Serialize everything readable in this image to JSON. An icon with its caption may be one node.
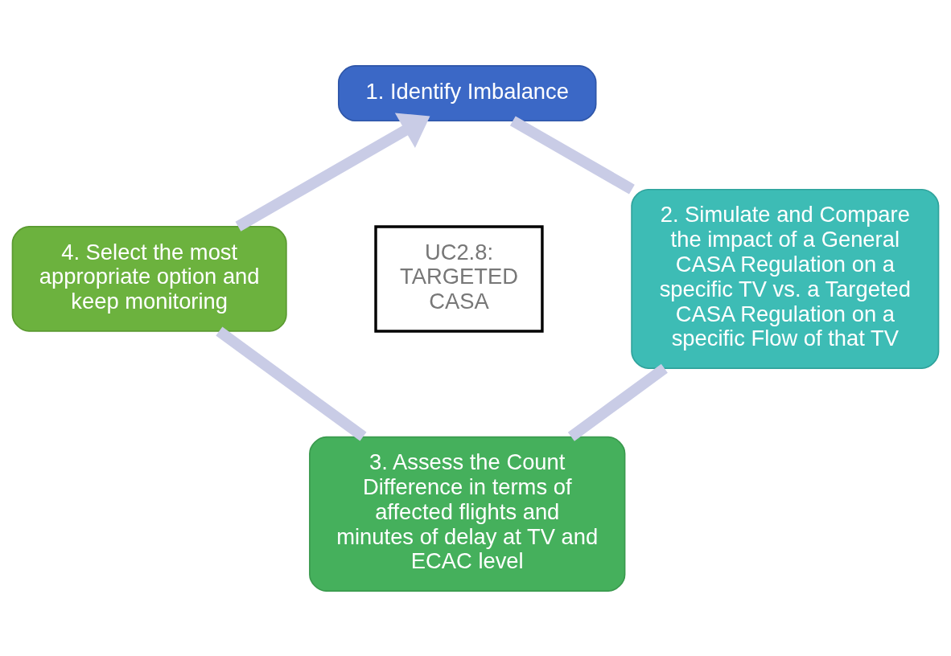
{
  "diagram": {
    "nodes": [
      {
        "text": [
          "1. Identify Imbalance"
        ]
      },
      {
        "text": [
          "4. Select the most appropriate option and keep monitoring"
        ]
      },
      {
        "text": [
          "UC2.8: TARGETED CASA"
        ]
      },
      {
        "text": [
          "2. Simulate and Compare the impact of a General CASA Regulation on a specific TV vs. a Targeted CASA Regulation on a specific Flow of that TV"
        ]
      },
      {
        "text": [
          "3. Assess the Count Difference in terms of affected flights and minutes of delay at TV and ECAC level"
        ]
      }
    ],
    "edges": [
      {
        "from": 0,
        "to": 3,
        "arrow": "none"
      },
      {
        "from": 3,
        "to": 4,
        "arrow": "none"
      },
      {
        "from": 4,
        "to": 1,
        "arrow": "none"
      },
      {
        "from": 1,
        "to": 0,
        "arrow": "to"
      }
    ]
  }
}
